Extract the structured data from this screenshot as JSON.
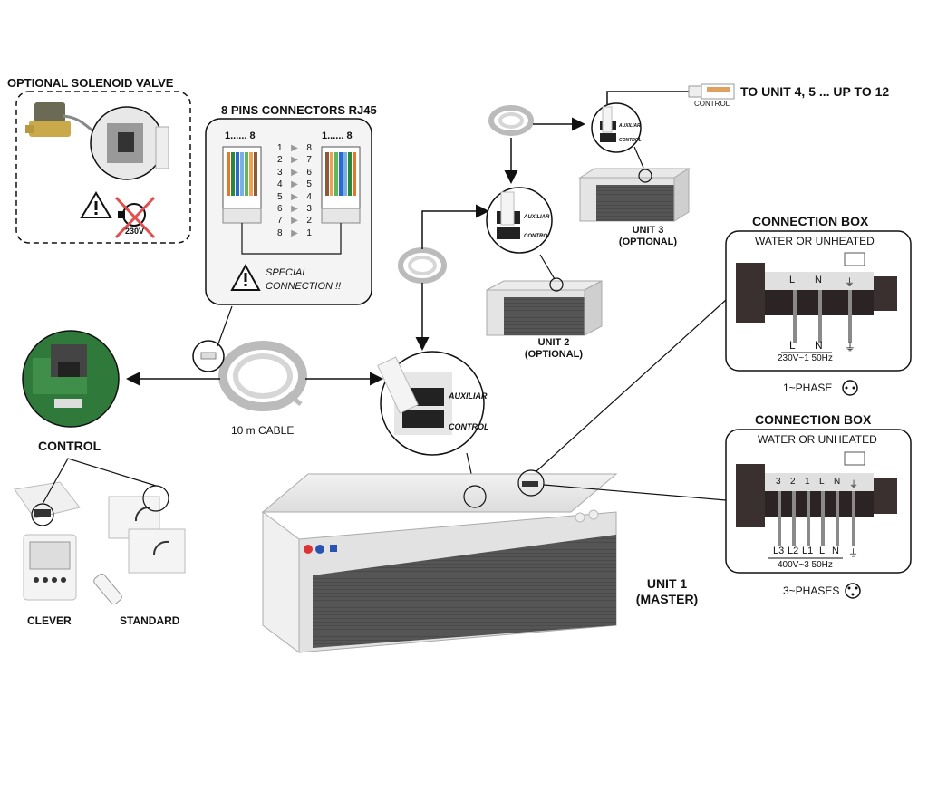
{
  "solenoid": {
    "title": "OPTIONAL SOLENOID VALVE",
    "voltage": "230V"
  },
  "rj45": {
    "title": "8 PINS CONNECTORS RJ45",
    "left_range": "1...... 8",
    "right_range": "1...... 8",
    "pin_map": [
      {
        "a": "1",
        "b": "8"
      },
      {
        "a": "2",
        "b": "7"
      },
      {
        "a": "3",
        "b": "6"
      },
      {
        "a": "4",
        "b": "5"
      },
      {
        "a": "5",
        "b": "4"
      },
      {
        "a": "6",
        "b": "3"
      },
      {
        "a": "7",
        "b": "2"
      },
      {
        "a": "8",
        "b": "1"
      }
    ],
    "warning_line1": "SPECIAL",
    "warning_line2": "CONNECTION !!"
  },
  "cable": {
    "label": "10 m CABLE"
  },
  "control": {
    "label": "CONTROL",
    "clever": "CLEVER",
    "standard": "STANDARD"
  },
  "auxiliar": {
    "aux": "AUXILIAR",
    "control": "CONTROL"
  },
  "to_units": {
    "label": "TO UNIT 4, 5 ... UP TO 12",
    "plug_label": "CONTROL"
  },
  "unit3": {
    "line1": "UNIT 3",
    "line2": "(OPTIONAL)"
  },
  "unit2": {
    "line1": "UNIT 2",
    "line2": "(OPTIONAL)"
  },
  "unit1": {
    "line1": "UNIT 1",
    "line2": "(MASTER)"
  },
  "box1": {
    "title": "CONNECTION BOX",
    "subtitle": "WATER OR UNHEATED",
    "terminals": [
      "L",
      "N",
      "⏚"
    ],
    "wires": [
      "L",
      "N",
      "⏚"
    ],
    "supply": "230V~1 50Hz",
    "phase": "1~PHASE"
  },
  "box2": {
    "title": "CONNECTION BOX",
    "subtitle": "WATER OR UNHEATED",
    "terminals": [
      "3",
      "2",
      "1",
      "L",
      "N",
      "⏚"
    ],
    "wires": [
      "L3",
      "L2",
      "L1",
      "L",
      "N",
      "⏚"
    ],
    "supply": "400V~3 50Hz",
    "phase": "3~PHASES"
  }
}
